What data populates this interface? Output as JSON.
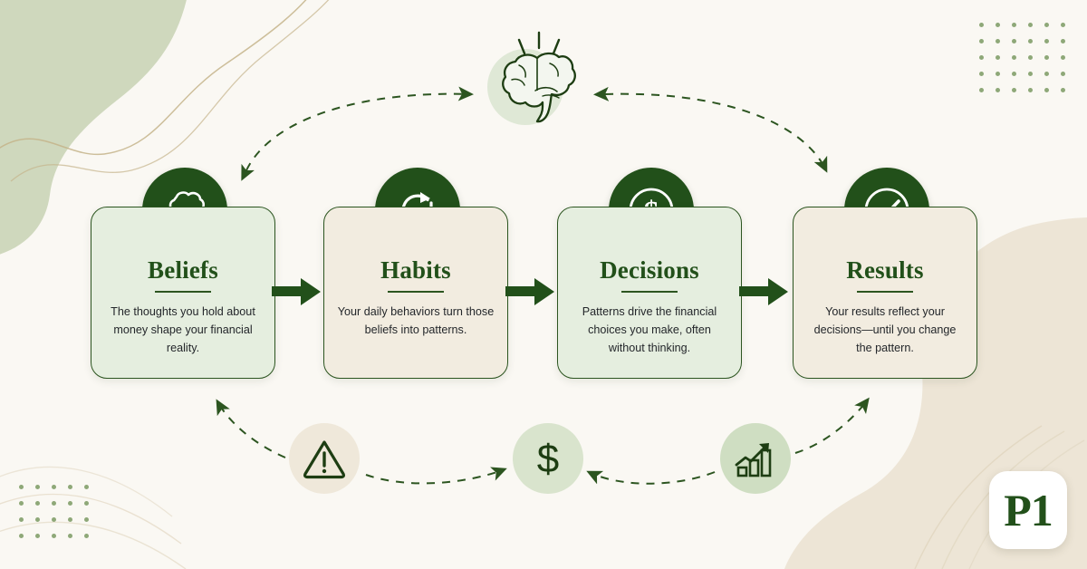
{
  "theme": {
    "background": "#faf8f3",
    "dark_green": "#22501a",
    "border_green": "#2c5520",
    "card_green": "#e5eedf",
    "card_cream": "#f2ece0",
    "sage_blob": "#ccd6b9",
    "beige_blob": "#ece4d4",
    "gold_line": "#c4b48a",
    "dot_color": "#8ea878",
    "body_text": "#23262a"
  },
  "cycle": {
    "steps": [
      {
        "id": "beliefs",
        "title": "Beliefs",
        "description": "The thoughts you hold about money shape your financial reality.",
        "icon": "thought-bubble-icon",
        "card_style": "green"
      },
      {
        "id": "habits",
        "title": "Habits",
        "description": "Your daily behaviors turn those beliefs into patterns.",
        "icon": "refresh-cycle-icon",
        "card_style": "cream"
      },
      {
        "id": "decisions",
        "title": "Decisions",
        "description": "Patterns drive the financial choices you make, often without thinking.",
        "icon": "dollar-circle-icon",
        "card_style": "green"
      },
      {
        "id": "results",
        "title": "Results",
        "description": "Your results reflect your decisions—until you change the pattern.",
        "icon": "check-circle-icon",
        "card_style": "cream"
      }
    ],
    "flow_arrows": [
      {
        "id": "beliefs-to-habits",
        "direction": "right"
      },
      {
        "id": "habits-to-decisions",
        "direction": "right"
      },
      {
        "id": "decisions-to-results",
        "direction": "right"
      }
    ]
  },
  "top_node": {
    "id": "mindset",
    "icon": "brain-icon",
    "disc_color": "#dfe8d6"
  },
  "bottom_nodes": [
    {
      "id": "warning",
      "icon": "warning-triangle-icon",
      "disc_color": "#efe8da"
    },
    {
      "id": "money",
      "icon": "dollar-sign-icon",
      "disc_color": "#d9e4cd"
    },
    {
      "id": "growth",
      "icon": "growth-chart-icon",
      "disc_color": "#cfdec2"
    }
  ],
  "connectors": [
    {
      "id": "beliefs-to-brain",
      "style": "dashed",
      "arrowheads": "both",
      "position": "top-left"
    },
    {
      "id": "brain-to-results",
      "style": "dashed",
      "arrowheads": "both",
      "position": "top-right"
    },
    {
      "id": "warning-to-beliefs",
      "style": "dashed",
      "arrowheads": "start",
      "position": "bottom-left"
    },
    {
      "id": "warning-to-money",
      "style": "dashed",
      "arrowheads": "end",
      "position": "bottom-mid-left"
    },
    {
      "id": "growth-to-money",
      "style": "dashed",
      "arrowheads": "end",
      "position": "bottom-mid-right"
    },
    {
      "id": "results-to-growth",
      "style": "dashed",
      "arrowheads": "start",
      "position": "bottom-right"
    }
  ],
  "decorations": {
    "dot_grid_top_right": {
      "columns": 6,
      "rows": 5
    },
    "dot_grid_bottom_left": {
      "columns": 5,
      "rows": 4
    },
    "blob_top_left": "sage-blob",
    "blob_bottom_right": "beige-blob"
  },
  "logo": {
    "text": "P1",
    "shape": "rounded-square"
  }
}
